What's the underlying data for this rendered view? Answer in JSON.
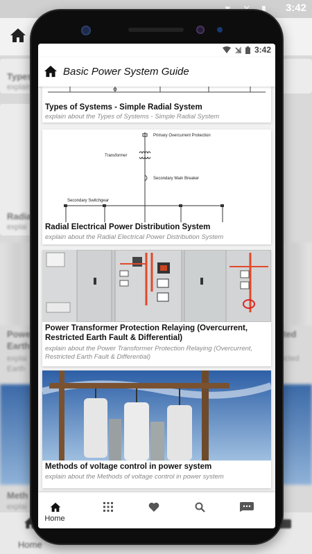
{
  "status": {
    "time": "3:42"
  },
  "app": {
    "title": "Basic Power System Guide"
  },
  "articles": [
    {
      "title": "Types of Systems - Simple Radial System",
      "desc": "explain about the Types of Systems - Simple Radial System"
    },
    {
      "title": "Radial Electrical Power Distribution System",
      "desc": "explain about the Radial Electrical Power Distribution System",
      "diagram": {
        "primary": "Primary Overcurrent Protection",
        "transformer": "Transformer",
        "breaker": "Secondary Main Breaker",
        "switchgear": "Secondary Switchgear"
      }
    },
    {
      "title": "Power Transformer Protection Relaying (Overcurrent, Restricted Earth Fault & Differential)",
      "desc": "explain about the Power Transformer Protection Relaying (Overcurrent, Restricted Earth Fault & Differential)"
    },
    {
      "title": "Methods of voltage control in power system",
      "desc": "explain about the Methods of voltage control in power system"
    }
  ],
  "nav": {
    "home_label": "Home"
  },
  "background": {
    "texts": [
      "Types",
      "explain",
      "Radia",
      "explai",
      "Powe",
      "Earth",
      "explai",
      "Earth",
      "Meth",
      "explai",
      "ted",
      "stricted"
    ],
    "home_label": "Home"
  }
}
